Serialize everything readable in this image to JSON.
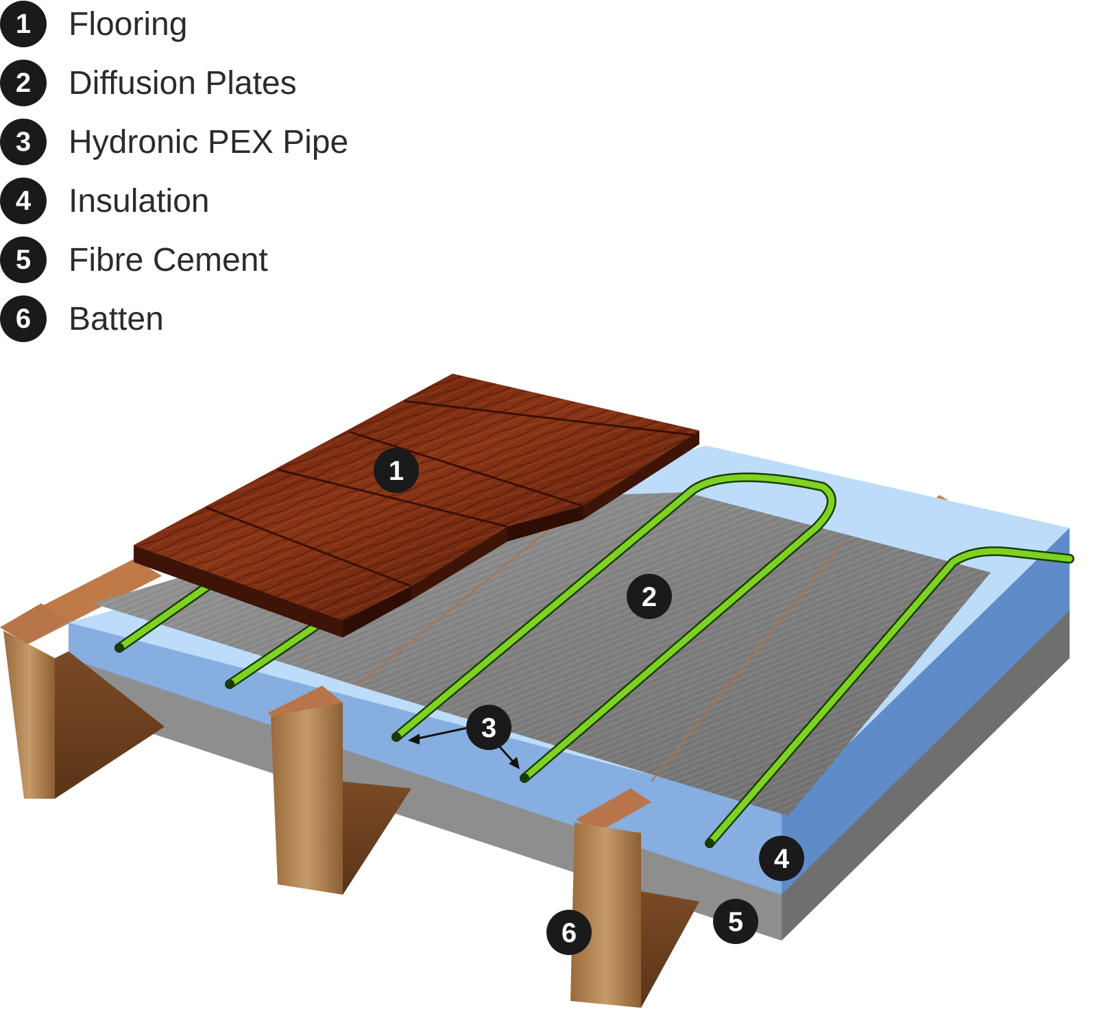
{
  "legend": [
    {
      "number": "1",
      "label": "Flooring"
    },
    {
      "number": "2",
      "label": "Diffusion Plates"
    },
    {
      "number": "3",
      "label": "Hydronic PEX Pipe"
    },
    {
      "number": "4",
      "label": "Insulation"
    },
    {
      "number": "5",
      "label": "Fibre Cement"
    },
    {
      "number": "6",
      "label": "Batten"
    }
  ],
  "callouts": {
    "flooring": "1",
    "plates": "2",
    "pipe": "3",
    "insulation": "4",
    "fibre_cement": "5",
    "batten": "6"
  },
  "colors": {
    "badge": "#1a1a1a",
    "insulation_top": "#bcdcfa",
    "insulation_side": "#7fa8dc",
    "fibre_cement": "#8e8e8e",
    "plate": "#8a8a8a",
    "pipe": "#7ed321",
    "floor_wood": "#7a2a12",
    "batten": "#b07f4e"
  }
}
